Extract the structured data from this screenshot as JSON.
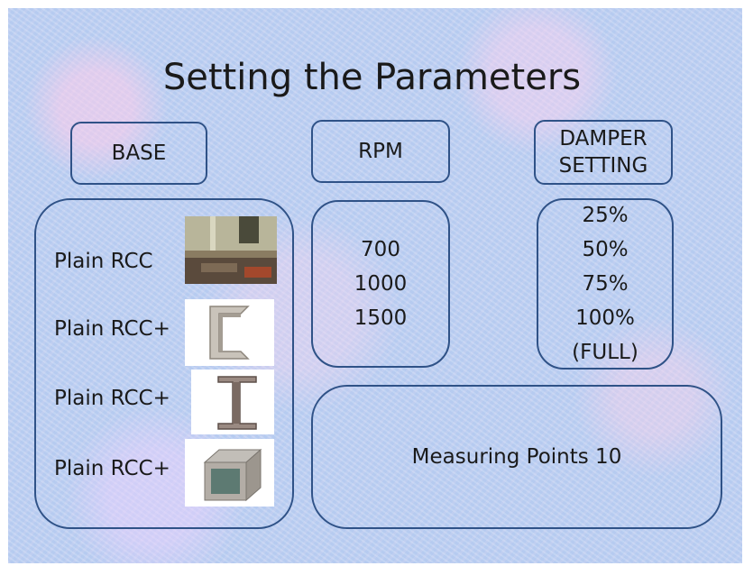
{
  "title": "Setting the Parameters",
  "headers": {
    "base": "BASE",
    "rpm": "RPM",
    "damper_line1": "DAMPER",
    "damper_line2": "SETTING"
  },
  "base_items": [
    {
      "label": "Plain RCC",
      "image": "concrete-floor-photo"
    },
    {
      "label": "Plain RCC+",
      "image": "channel-section-photo"
    },
    {
      "label": "Plain RCC+",
      "image": "i-beam-section-photo"
    },
    {
      "label": "Plain RCC+",
      "image": "square-hollow-section-photo"
    }
  ],
  "rpm_values": [
    "700",
    "1000",
    "1500"
  ],
  "damper_values": [
    "25%",
    "50%",
    "75%",
    "100%",
    "(FULL)"
  ],
  "measuring_points": "Measuring Points 10",
  "colors": {
    "border": "#2f5287",
    "background": "#bcd0f2"
  }
}
